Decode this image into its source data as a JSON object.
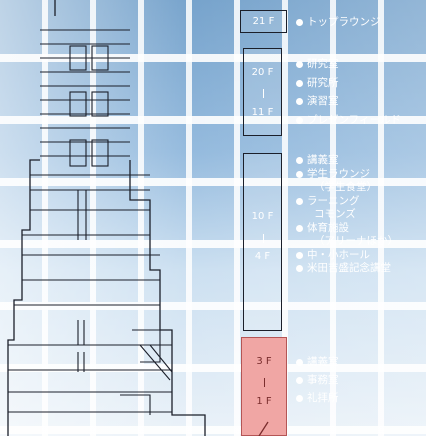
{
  "floors": {
    "f21": {
      "label": "21 F",
      "items": [
        "トップラウンジ"
      ]
    },
    "f20_11": {
      "top": "20 F",
      "bottom": "11 F",
      "items": [
        "研究室",
        "研究所",
        "演習室",
        "プレゼンフィールド"
      ]
    },
    "f10_4": {
      "top": "10 F",
      "bottom": "4 F",
      "items": [
        {
          "text": "講義室",
          "bullet": true
        },
        {
          "text": "学生ラウンジ",
          "bullet": true
        },
        {
          "text": "（学生食堂）",
          "bullet": false
        },
        {
          "text": "ラーニング",
          "bullet": true
        },
        {
          "text": "コモンズ",
          "bullet": false
        },
        {
          "text": "体育施設",
          "bullet": true
        },
        {
          "text": "（アリーナほか）",
          "bullet": false
        },
        {
          "text": "中・小ホール",
          "bullet": true
        },
        {
          "text": "米田吉盛記念講堂",
          "bullet": true
        }
      ]
    },
    "f3_1": {
      "top": "3 F",
      "bottom": "1 F",
      "items": [
        "講義室",
        "事務室",
        "礼拝所"
      ],
      "highlight_color": "#f0a6a4"
    }
  }
}
